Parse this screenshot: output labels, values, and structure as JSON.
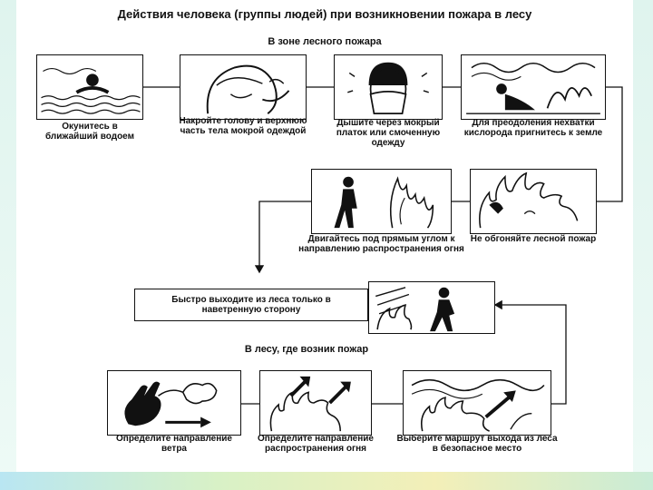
{
  "title": "Действия человека (группы людей) при возникновении пожара в лесу",
  "section_top": "В зоне лесного пожара",
  "section_bottom": "В лесу, где возник пожар",
  "steps": {
    "s1": "Окунитесь в ближайший водоем",
    "s2": "Накройте голову и верхнюю часть тела мокрой одеждой",
    "s3": "Дышите через мокрый платок или смоченную одежду",
    "s4": "Для преодоления нехватки кислорода пригнитесь к земле",
    "s5": "Двигайтесь под прямым углом к направлению распространения огня",
    "s6": "Не обгоняйте лесной пожар",
    "s7": "Быстро выходите из леса только в наветренную сторону",
    "s8": "Определите направление ветра",
    "s9": "Определите направление распространения огня",
    "s10": "Выберите маршрут выхода из леса в безопасное место"
  },
  "icons": {
    "p1": "swimmer-in-water-icon",
    "p2": "head-covered-with-cloth-icon",
    "p3": "breathing-through-cloth-icon",
    "p4": "person-crouching-icon",
    "p5": "person-walking-from-fire-icon",
    "p6": "flames-icon",
    "p7": "person-running-from-fire-icon",
    "p8": "wind-direction-hand-icon",
    "p9": "fire-spread-arrows-icon",
    "p10": "escape-route-icon"
  }
}
